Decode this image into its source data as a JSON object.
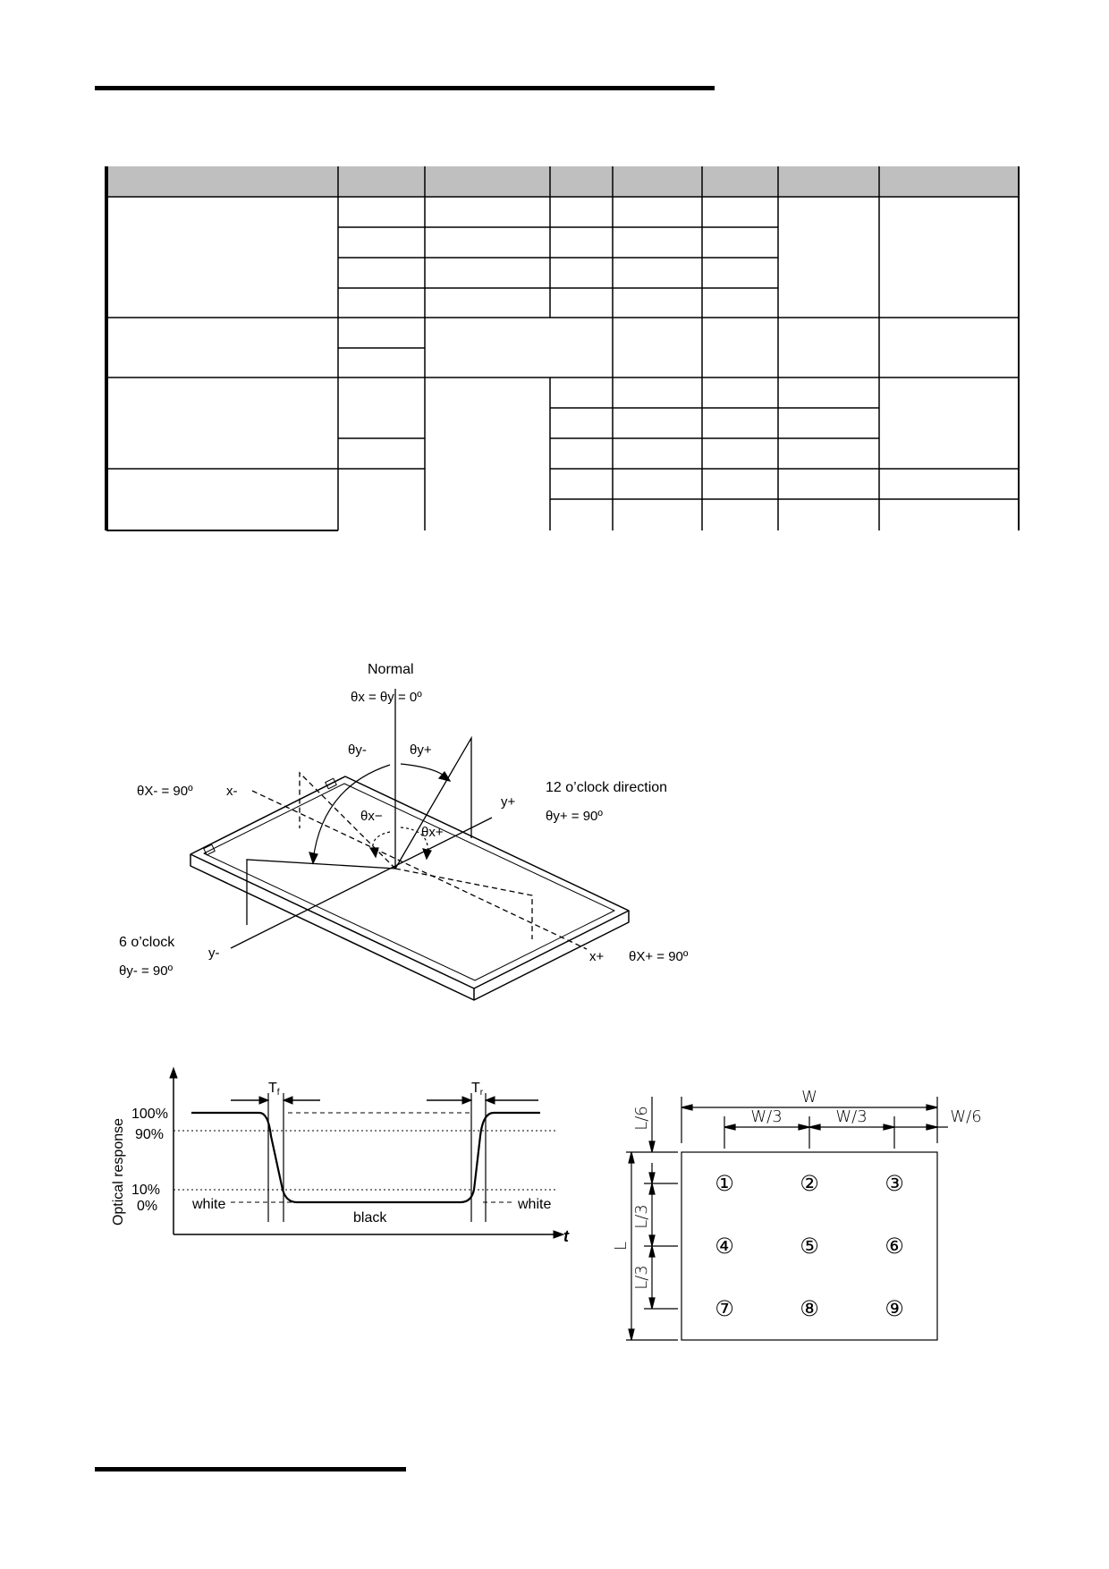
{
  "view_angle_diagram": {
    "normal_label": "Normal",
    "normal_eq": "θx = θy = 0º",
    "theta_y_minus": "θy-",
    "theta_y_plus": "θy+",
    "theta_x_minus_eq": "θX- = 90º",
    "x_minus": "x-",
    "y_plus": "y+",
    "twelve_oclock": "12 o’clock direction",
    "theta_y_plus_eq": "θy+ = 90º",
    "theta_x_minus": "θx−",
    "theta_x_plus": "θx+",
    "six_oclock": "6 o’clock",
    "y_minus": "y-",
    "theta_y_minus_eq": "θy- = 90º",
    "x_plus": "x+",
    "theta_x_plus_eq": "θX+ = 90º"
  },
  "response_time_chart": {
    "tf": "T",
    "tf_sub": "f",
    "tr": "T",
    "tr_sub": "r",
    "ylabel": "Optical response",
    "pct_100": "100%",
    "pct_90": "90%",
    "pct_10": "10%",
    "pct_0": "0%",
    "white_left": "white",
    "black": "black",
    "white_right": "white",
    "t_axis": "t"
  },
  "measurement_grid": {
    "w": "W",
    "w3a": "W/3",
    "w3b": "W/3",
    "w6": "W/6",
    "l6": "L/6",
    "l3a": "L/3",
    "l3b": "L/3",
    "l": "L",
    "points": [
      "①",
      "②",
      "③",
      "④",
      "⑤",
      "⑥",
      "⑦",
      "⑧",
      "⑨"
    ]
  }
}
